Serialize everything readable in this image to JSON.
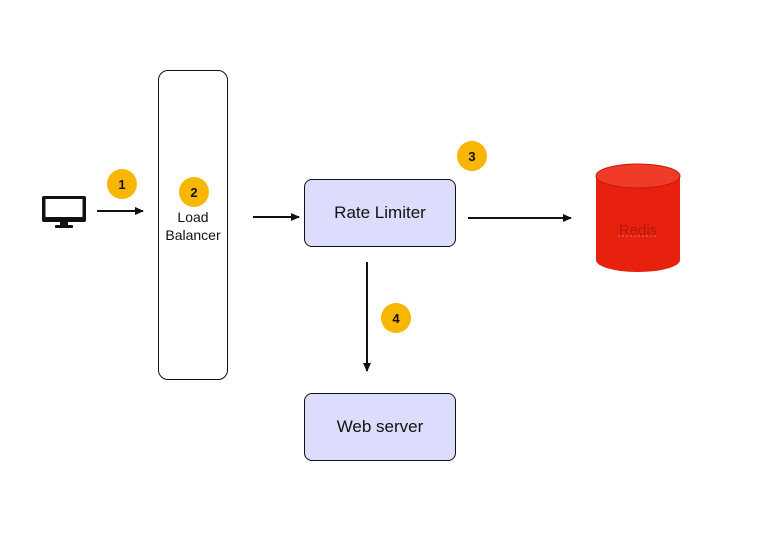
{
  "badges": [
    "1",
    "2",
    "3",
    "4"
  ],
  "load_balancer": {
    "line1": "Load",
    "line2": "Balancer"
  },
  "rate_limiter": {
    "label": "Rate Limiter"
  },
  "web_server": {
    "label": "Web server"
  },
  "redis": {
    "label": "Redis"
  },
  "colors": {
    "badge": "#f8b600",
    "box_fill": "#dcdcfc",
    "redis": "#e8200e",
    "stroke": "#111111"
  },
  "icons": {
    "client": "monitor-icon",
    "store": "database-cylinder-icon"
  }
}
